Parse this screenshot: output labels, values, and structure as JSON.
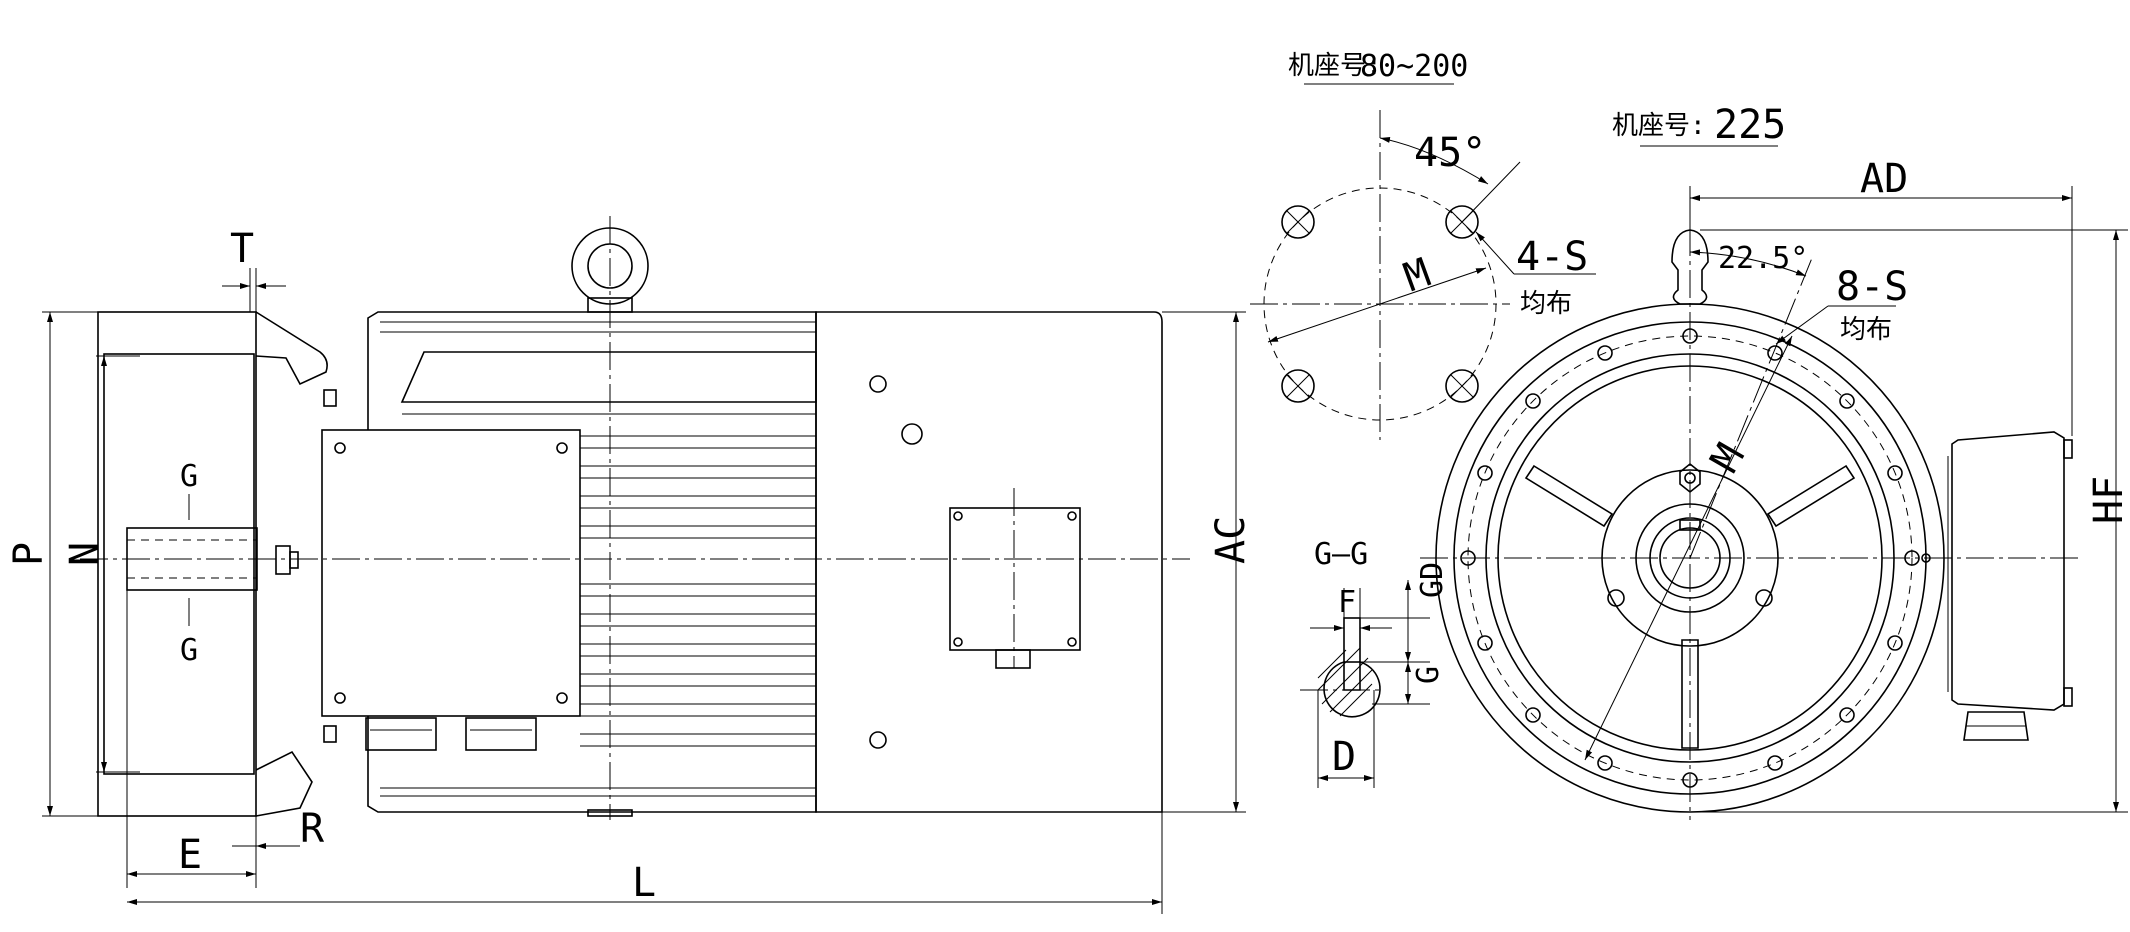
{
  "side_view": {
    "dims": {
      "T": "T",
      "P": "P",
      "N": "N",
      "G_top": "G",
      "G_bottom": "G",
      "E": "E",
      "R": "R",
      "L": "L",
      "AC": "AC"
    }
  },
  "flange_80_200": {
    "title_label": "机座号:",
    "title_value": "80~200",
    "angle": "45°",
    "M": "M",
    "holes": "4-S",
    "uniform": "均布"
  },
  "end_view_225": {
    "title_label": "机座号:",
    "title_value": "225",
    "AD": "AD",
    "angle": "22.5°",
    "holes": "8-S",
    "uniform": "均布",
    "M": "M",
    "HF": "HF"
  },
  "shaft_section": {
    "title": "G—G",
    "F": "F",
    "GD": "GD",
    "G": "G",
    "D": "D"
  }
}
